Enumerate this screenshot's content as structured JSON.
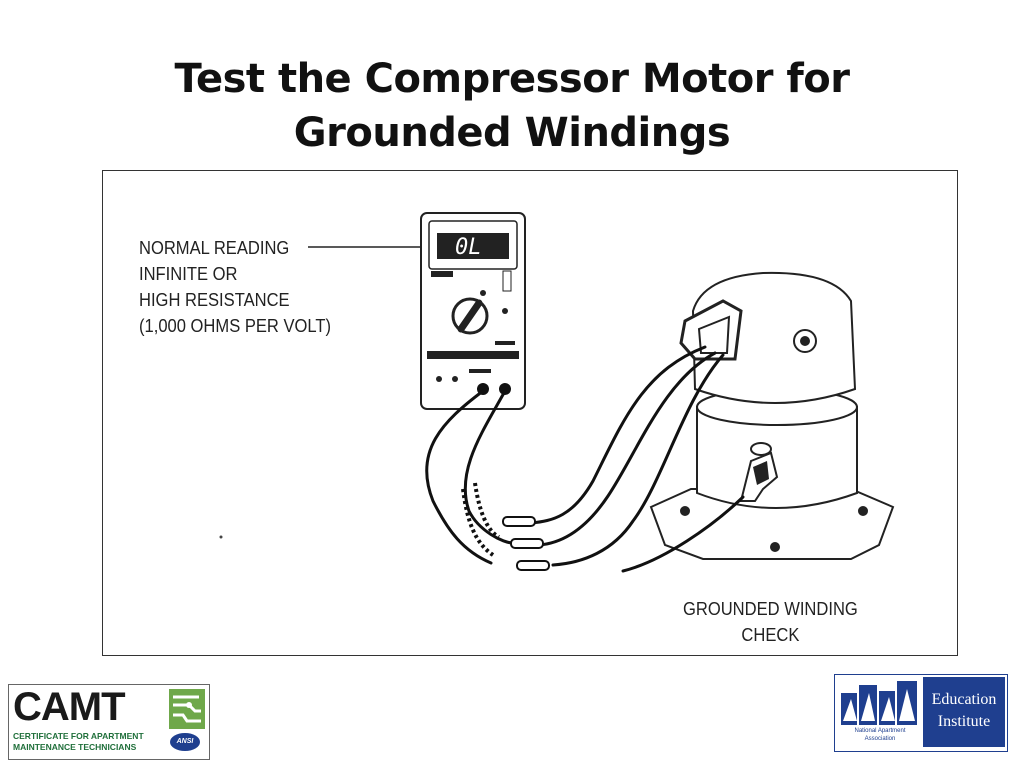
{
  "slide": {
    "title_line1": "Test the Compressor Motor for",
    "title_line2": "Grounded Windings"
  },
  "diagram": {
    "meter_display": "0L",
    "reading_note": [
      "NORMAL READING",
      "INFINITE OR",
      "HIGH RESISTANCE",
      "(1,000 OHMS PER VOLT)"
    ],
    "check_caption": [
      "GROUNDED WINDING",
      "CHECK"
    ]
  },
  "logos": {
    "camt": {
      "wordmark": "CAMT",
      "subtitle_line1": "CERTIFICATE FOR APARTMENT",
      "subtitle_line2": "MAINTENANCE TECHNICIANS",
      "badge": "ANSI"
    },
    "naa": {
      "name_line1": "National Apartment",
      "name_line2": "Association",
      "institute_line1": "Education",
      "institute_line2": "Institute"
    }
  },
  "colors": {
    "naa_blue": "#1f3f8f",
    "camt_green": "#1f6f3a"
  }
}
